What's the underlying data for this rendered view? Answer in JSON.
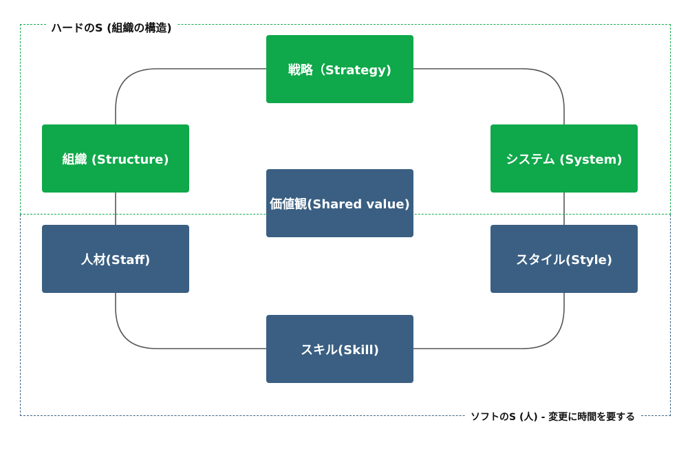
{
  "groups": {
    "hard": {
      "label": "ハードのS (組織の構造)",
      "color": "#0fa84a"
    },
    "soft": {
      "label": "ソフトのS (人) - 変更に時間を要する",
      "color": "#3a5f82"
    }
  },
  "nodes": {
    "strategy": {
      "label": "戦略（Strategy)"
    },
    "structure": {
      "label": "組織 (Structure)"
    },
    "systems": {
      "label": "システム (System)"
    },
    "shared_values": {
      "label": "価値観(Shared value)"
    },
    "staff": {
      "label": "人材(Staff)"
    },
    "style": {
      "label": "スタイル(Style)"
    },
    "skills": {
      "label": "スキル(Skill)"
    }
  },
  "colors": {
    "hard_node": "#0fa84a",
    "soft_node": "#3a5f82",
    "connector": "#555555"
  }
}
